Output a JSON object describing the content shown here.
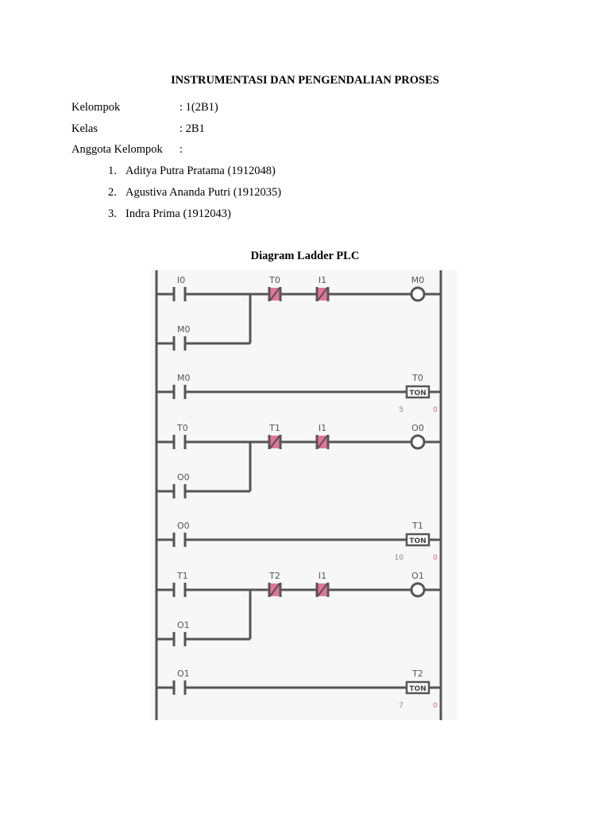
{
  "document": {
    "title": "INSTRUMENTASI DAN PENGENDALIAN PROSES",
    "info": [
      {
        "label": "Kelompok",
        "value": ": 1(2B1)"
      },
      {
        "label": "Kelas",
        "value": ": 2B1"
      },
      {
        "label": "Anggota Kelompok",
        "value": ":"
      }
    ],
    "members": [
      {
        "number": "1.",
        "name": "Aditya Putra Pratama (1912048)"
      },
      {
        "number": "2.",
        "name": "Agustiva Ananda Putri (1912035)"
      },
      {
        "number": "3.",
        "name": "Indra Prima (1912043)"
      }
    ],
    "diagram_title": "Diagram Ladder PLC"
  },
  "ladder": {
    "colors": {
      "line": "#555555",
      "nc_fill": "#e57399",
      "background": "#f7f7f7",
      "zero": "#e06666",
      "preset": "#888888"
    },
    "rungs": [
      {
        "type": "latch",
        "start": "I0",
        "hold": "M0",
        "nc_contacts": [
          "T0",
          "I1"
        ],
        "coil": "M0"
      },
      {
        "type": "timer",
        "contact": "M0",
        "timer": "T0",
        "block": "TON",
        "preset": "5",
        "current": "0"
      },
      {
        "type": "latch",
        "start": "T0",
        "hold": "O0",
        "nc_contacts": [
          "T1",
          "I1"
        ],
        "coil": "O0"
      },
      {
        "type": "timer",
        "contact": "O0",
        "timer": "T1",
        "block": "TON",
        "preset": "10",
        "current": "0"
      },
      {
        "type": "latch",
        "start": "T1",
        "hold": "O1",
        "nc_contacts": [
          "T2",
          "I1"
        ],
        "coil": "O1"
      },
      {
        "type": "timer",
        "contact": "O1",
        "timer": "T2",
        "block": "TON",
        "preset": "7",
        "current": "0"
      }
    ]
  }
}
